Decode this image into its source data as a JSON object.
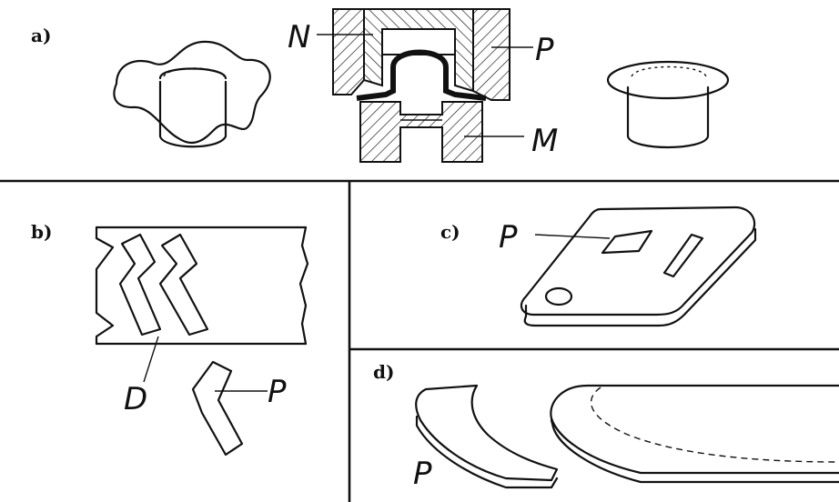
{
  "panels": {
    "a": {
      "label": "a)",
      "letters": {
        "N": "N",
        "P": "P",
        "M": "M"
      }
    },
    "b": {
      "label": "b)",
      "letters": {
        "D": "D",
        "P": "P"
      }
    },
    "c": {
      "label": "c)",
      "letters": {
        "P": "P"
      }
    },
    "d": {
      "label": "d)",
      "letters": {
        "P": "P"
      }
    }
  }
}
